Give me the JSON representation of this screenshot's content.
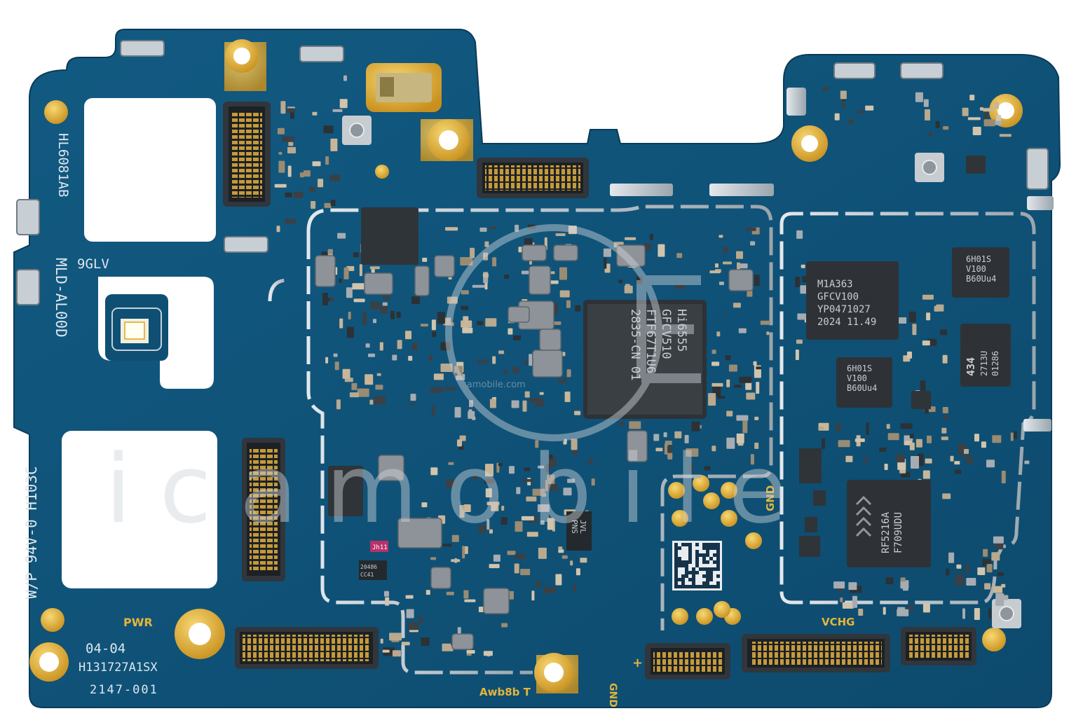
{
  "colors": {
    "background": "#ffffff",
    "pcb": "#0f4f74",
    "pcb_dark": "#0a3b58",
    "gold": "#e4b53a",
    "silk": "#dde7ee",
    "shield": "#b9c3c9",
    "chip": "#2b2f33",
    "watermark": "#d0d6db"
  },
  "board": {
    "model": "MLD-AL00D",
    "code_9glv": "9GLV",
    "hl_code": "HL6081AB",
    "ul_rating": "W/P 94V-0 H103C",
    "date_code": "04-04",
    "pn": "H131727A1SX",
    "serial_tail": "2147-001",
    "pwr_label": "PWR",
    "vchg_label": "VCHG",
    "gnd_label_right": "GND",
    "gnd_label_bottom": "GND",
    "awb_label": "Awb8b T",
    "plus_label": "+"
  },
  "chips": {
    "pmu": {
      "lines": [
        "Hi6555",
        "GFCV510",
        "FTF67T1U6",
        "2835-CN  01"
      ]
    },
    "rf_left": {
      "lines": [
        "M1A363",
        "GFCV100",
        "YP0471027",
        "2024  11.49"
      ]
    },
    "gh01_top": {
      "lines": [
        "6H01S",
        "V100",
        "B60Uu4"
      ]
    },
    "gh01_mid": {
      "lines": [
        "6H01S",
        "V100",
        "B60Uu4"
      ]
    },
    "chip_434": {
      "lines": [
        "434",
        "2713U",
        "01286"
      ]
    },
    "rf5216": {
      "lines": [
        "RF5216A",
        "F709UDU"
      ]
    },
    "small_jh": {
      "lines": [
        "Jh11"
      ]
    },
    "small_20486": {
      "lines": [
        "20486",
        "CC41"
      ]
    },
    "small_jvl": {
      "lines": [
        "JVL",
        "PNS"
      ]
    }
  },
  "watermark": {
    "text": "icamobile",
    "small": "icamobile.com"
  }
}
